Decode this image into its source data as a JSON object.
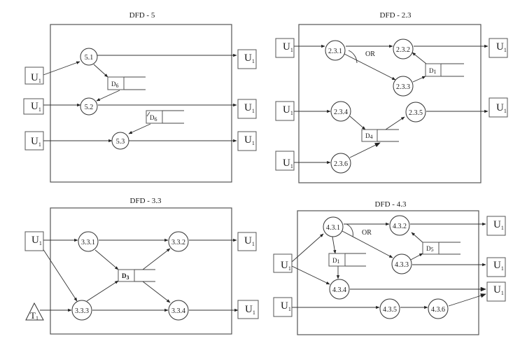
{
  "diagrams": [
    {
      "id": "dfd5",
      "title": "DFD - 5",
      "processes": [
        {
          "id": "p5_1",
          "label": "5.1"
        },
        {
          "id": "p5_2",
          "label": "5.2"
        },
        {
          "id": "p5_3",
          "label": "5.3"
        }
      ],
      "stores": [
        {
          "id": "s_d6a",
          "label": "D",
          "sub": "6"
        },
        {
          "id": "s_d6b",
          "label": "D",
          "sub": "6"
        }
      ],
      "externals": [
        {
          "id": "e_l1",
          "label": "U",
          "sub": "1"
        },
        {
          "id": "e_l2",
          "label": "U",
          "sub": "1"
        },
        {
          "id": "e_l3",
          "label": "U",
          "sub": "1"
        },
        {
          "id": "e_r1",
          "label": "U",
          "sub": "1"
        },
        {
          "id": "e_r2",
          "label": "U",
          "sub": "1"
        },
        {
          "id": "e_r3",
          "label": "U",
          "sub": "1"
        }
      ],
      "flows": [
        [
          "e_l1",
          "p5_1"
        ],
        [
          "p5_1",
          "e_r1"
        ],
        [
          "p5_1",
          "s_d6a"
        ],
        [
          "s_d6a",
          "p5_2"
        ],
        [
          "e_l2",
          "p5_2"
        ],
        [
          "p5_2",
          "e_r2"
        ],
        [
          "s_d6b",
          "p5_3"
        ],
        [
          "e_l3",
          "p5_3"
        ],
        [
          "p5_3",
          "e_r3"
        ]
      ]
    },
    {
      "id": "dfd23",
      "title": "DFD - 2.3",
      "or_label": "OR",
      "processes": [
        {
          "id": "p231",
          "label": "2.3.1"
        },
        {
          "id": "p232",
          "label": "2.3.2"
        },
        {
          "id": "p233",
          "label": "2.3.3"
        },
        {
          "id": "p234",
          "label": "2.3.4"
        },
        {
          "id": "p235",
          "label": "2.3.5"
        },
        {
          "id": "p236",
          "label": "2.3.6"
        }
      ],
      "stores": [
        {
          "id": "s_d1",
          "label": "D",
          "sub": "1"
        },
        {
          "id": "s_d4",
          "label": "D",
          "sub": "4"
        }
      ],
      "externals": [
        {
          "id": "e_l1",
          "label": "U",
          "sub": "1"
        },
        {
          "id": "e_l2",
          "label": "U",
          "sub": "1"
        },
        {
          "id": "e_l3",
          "label": "U",
          "sub": "1"
        },
        {
          "id": "e_r1",
          "label": "U",
          "sub": "1"
        },
        {
          "id": "e_r2",
          "label": "U",
          "sub": "1"
        }
      ],
      "flows": [
        [
          "e_l1",
          "p231"
        ],
        [
          "p231",
          "p232"
        ],
        [
          "p231",
          "p233"
        ],
        [
          "p233",
          "s_d1"
        ],
        [
          "s_d1",
          "p232"
        ],
        [
          "p232",
          "e_r1"
        ],
        [
          "e_l2",
          "p234"
        ],
        [
          "p234",
          "s_d4"
        ],
        [
          "s_d4",
          "p235"
        ],
        [
          "p235",
          "e_r2"
        ],
        [
          "e_l3",
          "p236"
        ],
        [
          "p236",
          "s_d4"
        ]
      ]
    },
    {
      "id": "dfd33",
      "title": "DFD - 3.3",
      "processes": [
        {
          "id": "p331",
          "label": "3.3.1"
        },
        {
          "id": "p332",
          "label": "3.3.2"
        },
        {
          "id": "p333",
          "label": "3.3.3"
        },
        {
          "id": "p334",
          "label": "3.3.4"
        }
      ],
      "stores": [
        {
          "id": "s_d3",
          "label": "D",
          "sub": "3"
        }
      ],
      "externals": [
        {
          "id": "e_l1",
          "label": "U",
          "sub": "1"
        },
        {
          "id": "e_r1",
          "label": "U",
          "sub": "1"
        },
        {
          "id": "e_r2",
          "label": "U",
          "sub": "1"
        }
      ],
      "terminators": [
        {
          "id": "t1",
          "label": "T",
          "sub": "1"
        }
      ],
      "flows": [
        [
          "e_l1",
          "p331"
        ],
        [
          "e_l1",
          "p333"
        ],
        [
          "t1",
          "p333"
        ],
        [
          "p331",
          "p332"
        ],
        [
          "p331",
          "s_d3"
        ],
        [
          "p333",
          "s_d3"
        ],
        [
          "s_d3",
          "p332"
        ],
        [
          "s_d3",
          "p334"
        ],
        [
          "p333",
          "p334"
        ],
        [
          "p332",
          "e_r1"
        ],
        [
          "p334",
          "e_r2"
        ]
      ]
    },
    {
      "id": "dfd43",
      "title": "DFD - 4.3",
      "or_label": "OR",
      "processes": [
        {
          "id": "p431",
          "label": "4.3.1"
        },
        {
          "id": "p432",
          "label": "4.3.2"
        },
        {
          "id": "p433",
          "label": "4.3.3"
        },
        {
          "id": "p434",
          "label": "4.3.4"
        },
        {
          "id": "p435",
          "label": "4.3.5"
        },
        {
          "id": "p436",
          "label": "4.3.6"
        }
      ],
      "stores": [
        {
          "id": "s_d1",
          "label": "D",
          "sub": "1"
        },
        {
          "id": "s_d5",
          "label": "D",
          "sub": "5"
        }
      ],
      "externals": [
        {
          "id": "e_l1",
          "label": "U",
          "sub": "1"
        },
        {
          "id": "e_l2",
          "label": "U",
          "sub": "1"
        },
        {
          "id": "e_r1",
          "label": "U",
          "sub": "1"
        },
        {
          "id": "e_r2",
          "label": "U",
          "sub": "1"
        },
        {
          "id": "e_r3",
          "label": "U",
          "sub": "1"
        }
      ],
      "flows": [
        [
          "e_l1",
          "p431"
        ],
        [
          "e_l1",
          "p434"
        ],
        [
          "p431",
          "p432"
        ],
        [
          "p431",
          "p433"
        ],
        [
          "p431",
          "s_d1"
        ],
        [
          "s_d1",
          "p434"
        ],
        [
          "p433",
          "s_d5"
        ],
        [
          "s_d5",
          "p432"
        ],
        [
          "p432",
          "e_r1"
        ],
        [
          "p433",
          "e_r2"
        ],
        [
          "p434",
          "e_r3"
        ],
        [
          "e_l2",
          "p435"
        ],
        [
          "p435",
          "p436"
        ],
        [
          "p436",
          "e_r3"
        ]
      ]
    }
  ]
}
